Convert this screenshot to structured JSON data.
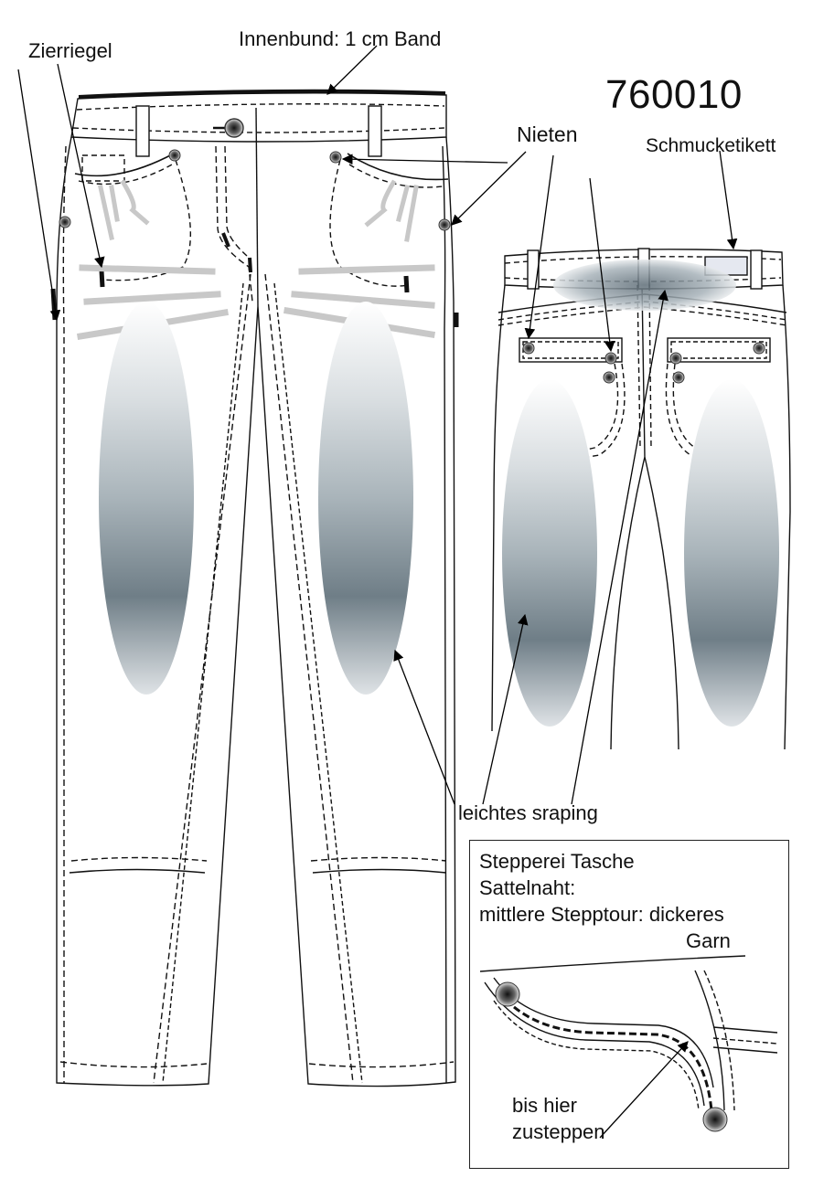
{
  "article_number": "760010",
  "labels": {
    "waistband": "Innenbund: 1 cm Band",
    "bartack": "Zierriegel",
    "rivets": "Nieten",
    "jewelry_label": "Schmucketikett",
    "scraping": "leichtes sraping"
  },
  "detail_box": {
    "lines": [
      "Stepperei Tasche",
      "Sattelnaht:",
      "mittlere Stepptour: dickeres",
      "Garn"
    ],
    "sew_to_here": [
      "bis hier",
      "zusteppen"
    ]
  },
  "colors": {
    "line": "#111111",
    "scraping_light": "#f4f6f7",
    "scraping_dark": "#6f7e87",
    "stripe_gray": "#c8c8c8",
    "rivet": "#444444"
  }
}
